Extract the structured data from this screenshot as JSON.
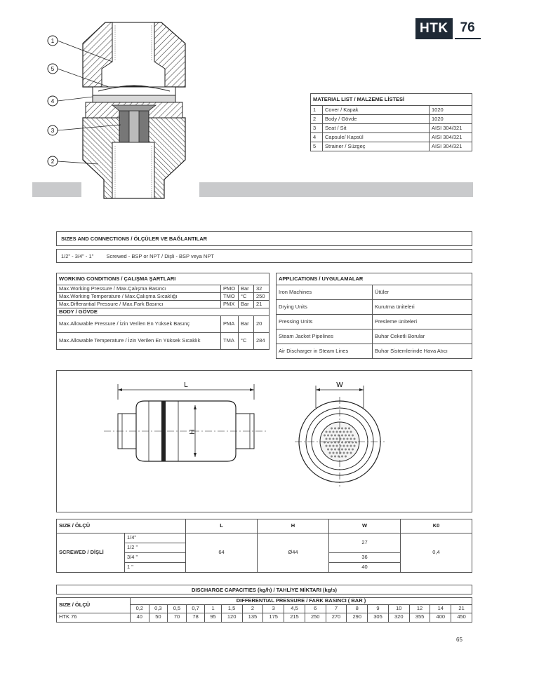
{
  "brand": {
    "prefix": "HTK",
    "number": "76"
  },
  "material_list": {
    "title": "MATERIAL LIST / MALZEME LİSTESİ",
    "rows": [
      {
        "no": "1",
        "part": "Cover / Kapak",
        "material": "1020"
      },
      {
        "no": "2",
        "part": "Body / Gövde",
        "material": "1020"
      },
      {
        "no": "3",
        "part": "Seat / Sit",
        "material": "AISI 304/321"
      },
      {
        "no": "4",
        "part": "Capsule/ Kapsül",
        "material": "AISI 304/321"
      },
      {
        "no": "5",
        "part": "Strainer / Süzgeç",
        "material": "AISI 304/321"
      }
    ]
  },
  "callouts": [
    "1",
    "5",
    "4",
    "3",
    "2"
  ],
  "sizes": {
    "title": "SIZES AND CONNECTIONS / ÖLÇÜLER VE BAĞLANTILAR",
    "sizes_text": "1/2\" - 3/4\" - 1\"",
    "connection_text": "Screwed - BSP or NPT / Dişli - BSP veya NPT"
  },
  "working": {
    "title": "WORKING CONDITIONS / ÇALIŞMA ŞARTLARI",
    "rows": [
      {
        "label": "Max.Working Pressure / Max.Çalışma Basıncı",
        "code": "PMO",
        "unit": "Bar",
        "value": "32"
      },
      {
        "label": "Max.Working Temperature / Max.Çalışma Sıcaklığı",
        "code": "TMO",
        "unit": "°C",
        "value": "250"
      },
      {
        "label": "Max.Differantial Pressure / Max.Fark Basıncı",
        "code": "PMX",
        "unit": "Bar",
        "value": "21"
      }
    ],
    "body_title": "BODY / GÖVDE",
    "body_rows": [
      {
        "label": "Max.Allowable Pressure / İzin Verilen En Yüksek Basınç",
        "code": "PMA",
        "unit": "Bar",
        "value": "20"
      },
      {
        "label": "Max.Allowable Temperature / İzin Verilen En Yüksek Sıcaklık",
        "code": "TMA",
        "unit": "°C",
        "value": "284"
      }
    ]
  },
  "applications": {
    "title": "APPLICATIONS / UYGULAMALAR",
    "rows": [
      {
        "en": "Iron Machines",
        "tr": "Ütüler"
      },
      {
        "en": "Drying Units",
        "tr": "Kurutma üniteleri"
      },
      {
        "en": "Pressing Units",
        "tr": "Presleme üniteleri"
      },
      {
        "en": "Steam Jacket Pipelines",
        "tr": "Buhar Ceketli Borular"
      },
      {
        "en": "Air Discharger in Steam Lines",
        "tr": "Buhar Sistemlerinde Hava Atıcı"
      }
    ]
  },
  "drawing": {
    "label_l": "L",
    "label_h": "H",
    "label_w": "W"
  },
  "dimensions": {
    "headers": [
      "SIZE / ÖLÇÜ",
      "L",
      "H",
      "W",
      "K0"
    ],
    "row_label": "SCREWED / DİŞLİ",
    "sizes": [
      "1/4\"",
      "1/2 \"",
      "3/4 \"",
      "1 \""
    ],
    "l": "64",
    "h": "Ø44",
    "w": [
      "27",
      "36",
      "40"
    ],
    "k0": "0,4"
  },
  "discharge": {
    "title": "DISCHARGE CAPACITIES (kg/h) / TAHLİYE MİKTARI (kg/s)",
    "size_header": "SIZE / ÖLÇÜ",
    "pressure_header": "DIFFERENTIAL PRESSURE / FARK BASINCI ( BAR )",
    "pressures": [
      "0,2",
      "0,3",
      "0,5",
      "0,7",
      "1",
      "1,5",
      "2",
      "3",
      "4,5",
      "6",
      "7",
      "8",
      "9",
      "10",
      "12",
      "14",
      "21"
    ],
    "model": "HTK 76",
    "capacities": [
      "40",
      "50",
      "70",
      "78",
      "95",
      "120",
      "135",
      "175",
      "215",
      "250",
      "270",
      "290",
      "305",
      "320",
      "355",
      "400",
      "450"
    ]
  },
  "page_number": "65"
}
